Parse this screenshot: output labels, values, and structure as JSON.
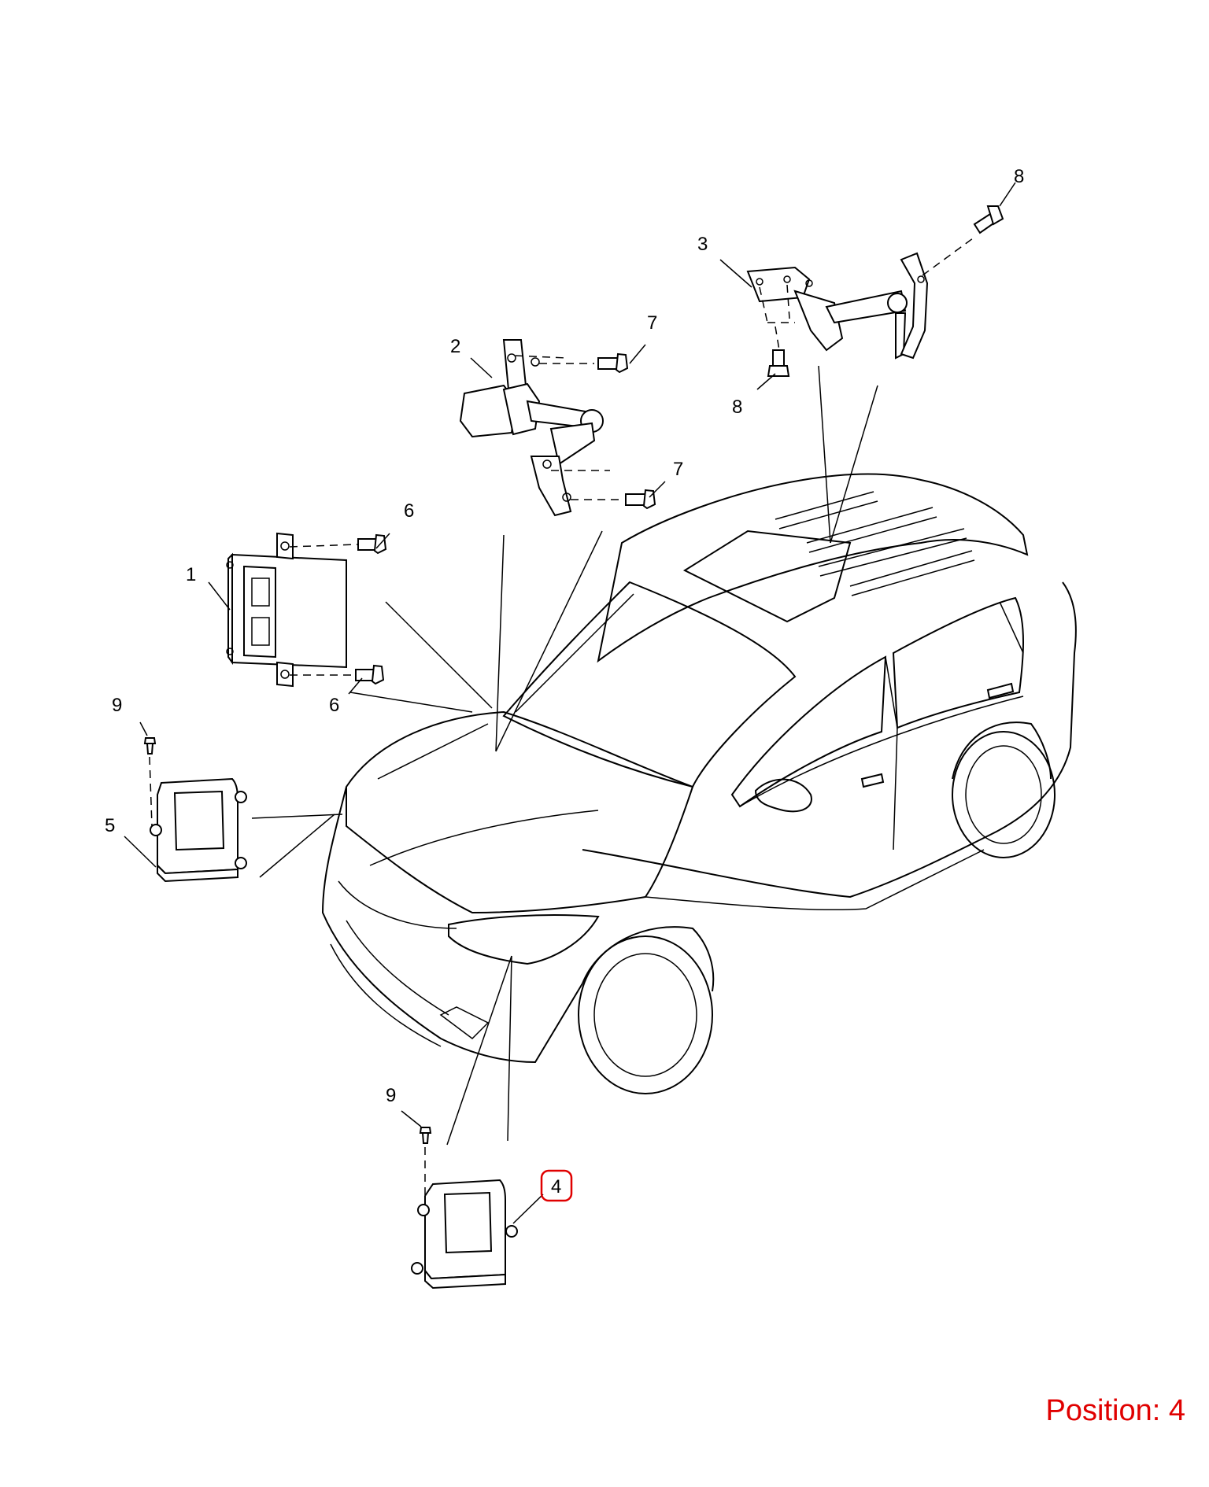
{
  "callouts": [
    {
      "id": "c1",
      "text": "1"
    },
    {
      "id": "c2",
      "text": "2"
    },
    {
      "id": "c3",
      "text": "3"
    },
    {
      "id": "c4",
      "text": "4"
    },
    {
      "id": "c5",
      "text": "5"
    },
    {
      "id": "c6a",
      "text": "6"
    },
    {
      "id": "c6b",
      "text": "6"
    },
    {
      "id": "c7a",
      "text": "7"
    },
    {
      "id": "c7b",
      "text": "7"
    },
    {
      "id": "c8a",
      "text": "8"
    },
    {
      "id": "c8b",
      "text": "8"
    },
    {
      "id": "c9a",
      "text": "9"
    },
    {
      "id": "c9b",
      "text": "9"
    }
  ],
  "position_label": "Position: 4",
  "highlight_color": "#e00000"
}
